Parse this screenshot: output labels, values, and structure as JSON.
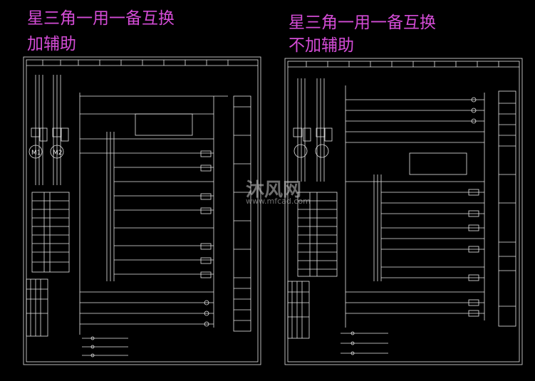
{
  "left_title_line1": "星三角一用一备互换",
  "left_title_line2": "加辅助",
  "right_title_line1": "星三角一用一备互换",
  "right_title_line2": "不加辅助",
  "motor_labels": [
    "M1",
    "M2"
  ],
  "watermark": {
    "name": "沐风网",
    "url": "www.mfcad.com"
  },
  "colors": {
    "line": "#e6e6e6",
    "title": "#d44cd6",
    "background": "#000000"
  }
}
